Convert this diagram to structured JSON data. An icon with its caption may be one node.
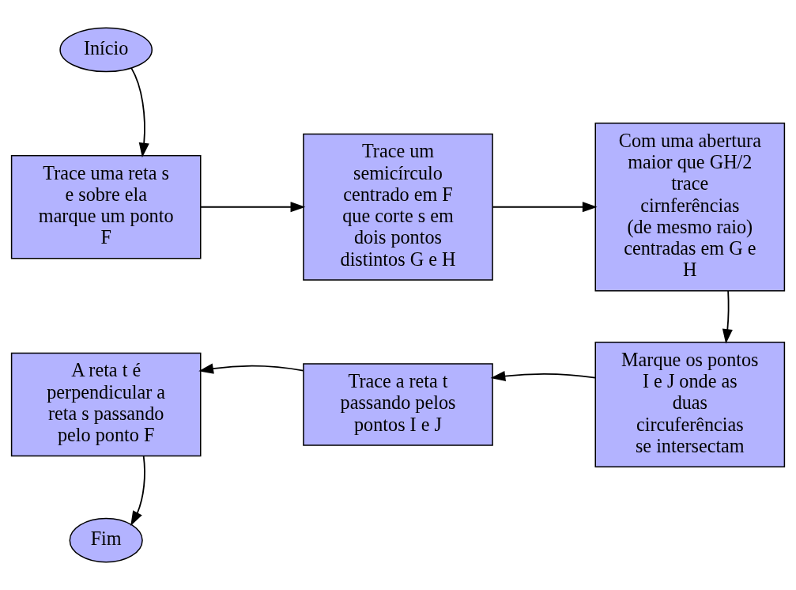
{
  "diagram": {
    "nodes": [
      {
        "text": [
          "Início"
        ]
      },
      {
        "text": [
          "Trace uma reta s e sobre ela marque um ponto F"
        ]
      },
      {
        "text": [
          "Trace um semicírculo centrado em F que corte s em dois pontos distintos G e H"
        ]
      },
      {
        "text": [
          "Com uma abertura maior que GH/2 trace cirnferências (de mesmo raio) centradas em G e H"
        ]
      },
      {
        "text": [
          "Marque os pontos I e J onde as duas circuferências se intersectam"
        ]
      },
      {
        "text": [
          "Trace a reta t passando pelos pontos I e J"
        ]
      },
      {
        "text": [
          "A reta t é perpendicular a reta s passando pelo ponto F"
        ]
      },
      {
        "text": [
          "Fim"
        ]
      }
    ],
    "edges": [
      {
        "from": 0,
        "to": 1,
        "arrow": "to"
      },
      {
        "from": 1,
        "to": 2,
        "arrow": "to"
      },
      {
        "from": 2,
        "to": 3,
        "arrow": "to"
      },
      {
        "from": 3,
        "to": 4,
        "arrow": "to"
      },
      {
        "from": 4,
        "to": 5,
        "arrow": "to"
      },
      {
        "from": 5,
        "to": 6,
        "arrow": "to"
      },
      {
        "from": 6,
        "to": 7,
        "arrow": "to"
      }
    ]
  }
}
